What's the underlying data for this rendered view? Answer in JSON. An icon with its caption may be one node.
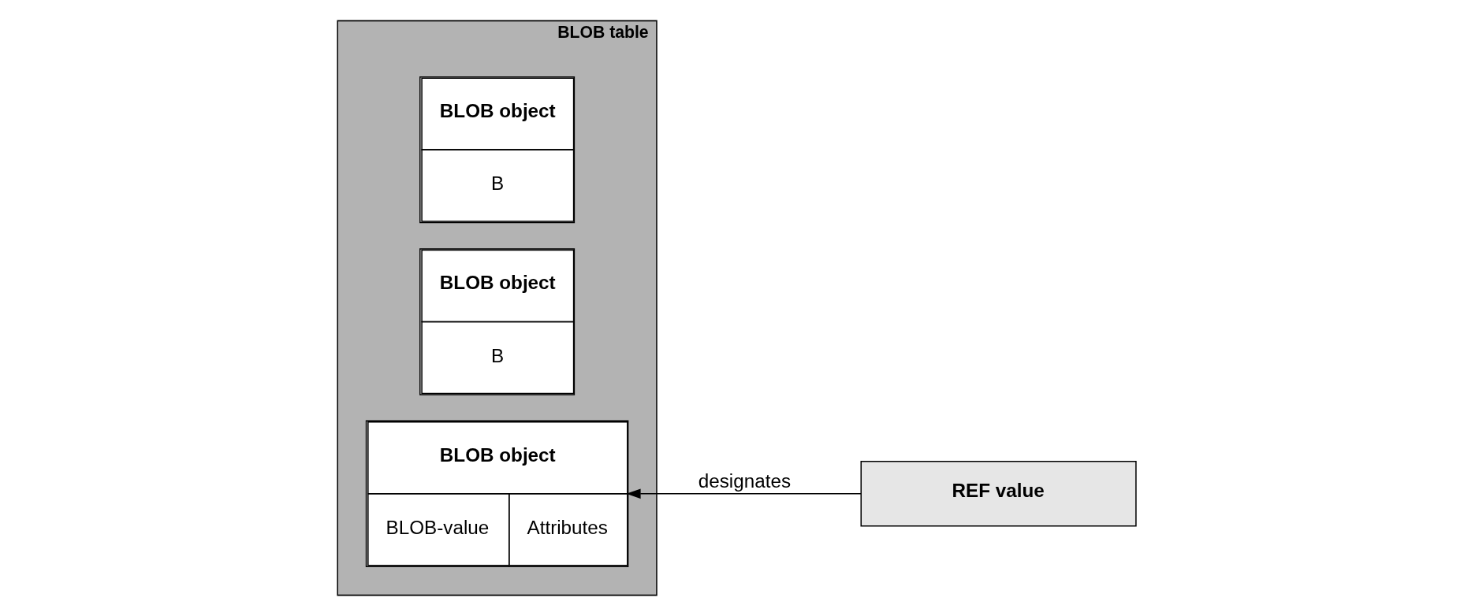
{
  "diagram": {
    "nodes": [
      {
        "text": [
          "BLOB table"
        ]
      },
      {
        "text": [
          "BLOB object",
          "B"
        ],
        "in": 0
      },
      {
        "text": [
          "BLOB object",
          "B"
        ],
        "in": 0
      },
      {
        "text": [
          "BLOB object",
          "BLOB-value",
          "Attributes"
        ],
        "in": 0
      },
      {
        "text": [
          "REF value"
        ]
      }
    ],
    "edges": [
      {
        "from": 4,
        "to": 3,
        "arrow": "to",
        "label": "designates"
      }
    ]
  }
}
